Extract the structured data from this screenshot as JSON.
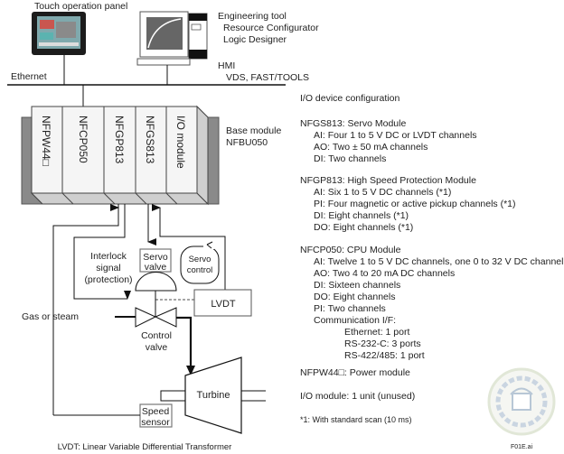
{
  "top": {
    "touch_panel_label": "Touch operation panel",
    "engineering_tool": {
      "title": "Engineering tool",
      "items": [
        "Resource Configurator",
        "Logic Designer"
      ]
    },
    "hmi": {
      "title": "HMI",
      "items": [
        "VDS, FAST/TOOLS"
      ]
    },
    "ethernet_label": "Ethernet"
  },
  "base": {
    "modules": [
      "NFPW44□",
      "NFCP050",
      "NFGP813",
      "NFGS813",
      "I/O module"
    ],
    "base_label_line1": "Base module",
    "base_label_line2": "NFBU050"
  },
  "diagram": {
    "interlock": [
      "Interlock",
      "signal",
      "(protection)"
    ],
    "servo_valve": [
      "Servo",
      "valve"
    ],
    "servo_control": [
      "Servo",
      "control"
    ],
    "lvdt": "LVDT",
    "gas_steam": "Gas or steam",
    "control_valve": [
      "Control",
      "valve"
    ],
    "turbine": "Turbine",
    "speed_sensor": [
      "Speed",
      "sensor"
    ],
    "footnote_lvdt": "LVDT: Linear Variable Differential Transformer"
  },
  "config": {
    "heading": "I/O device configuration",
    "nfgs": {
      "title": "NFGS813: Servo Module",
      "items": [
        "AI: Four 1 to 5 V DC or LVDT channels",
        "AO: Two ± 50 mA channels",
        "DI: Two channels"
      ]
    },
    "nfgp": {
      "title": "NFGP813: High Speed Protection Module",
      "items": [
        "AI: Six 1 to 5 V DC channels (*1)",
        "PI: Four magnetic or active pickup channels (*1)",
        "DI:  Eight channels (*1)",
        "DO: Eight channels (*1)"
      ]
    },
    "nfcp": {
      "title": "NFCP050: CPU Module",
      "items": [
        "AI: Twelve 1 to 5 V DC channels, one 0 to 32 V DC channel",
        "AO: Two 4 to 20 mA DC channels",
        "DI: Sixteen channels",
        "DO: Eight channels",
        "PI: Two channels",
        "Communication I/F:"
      ],
      "comm": [
        "Ethernet:  1 port",
        "RS-232-C:  3 ports",
        "RS-422/485: 1 port"
      ]
    },
    "nfpw": "NFPW44□: Power module",
    "io_module": "I/O module: 1 unit (unused)",
    "note": "*1: With standard scan (10 ms)"
  },
  "figure_id": "F01E.ai"
}
